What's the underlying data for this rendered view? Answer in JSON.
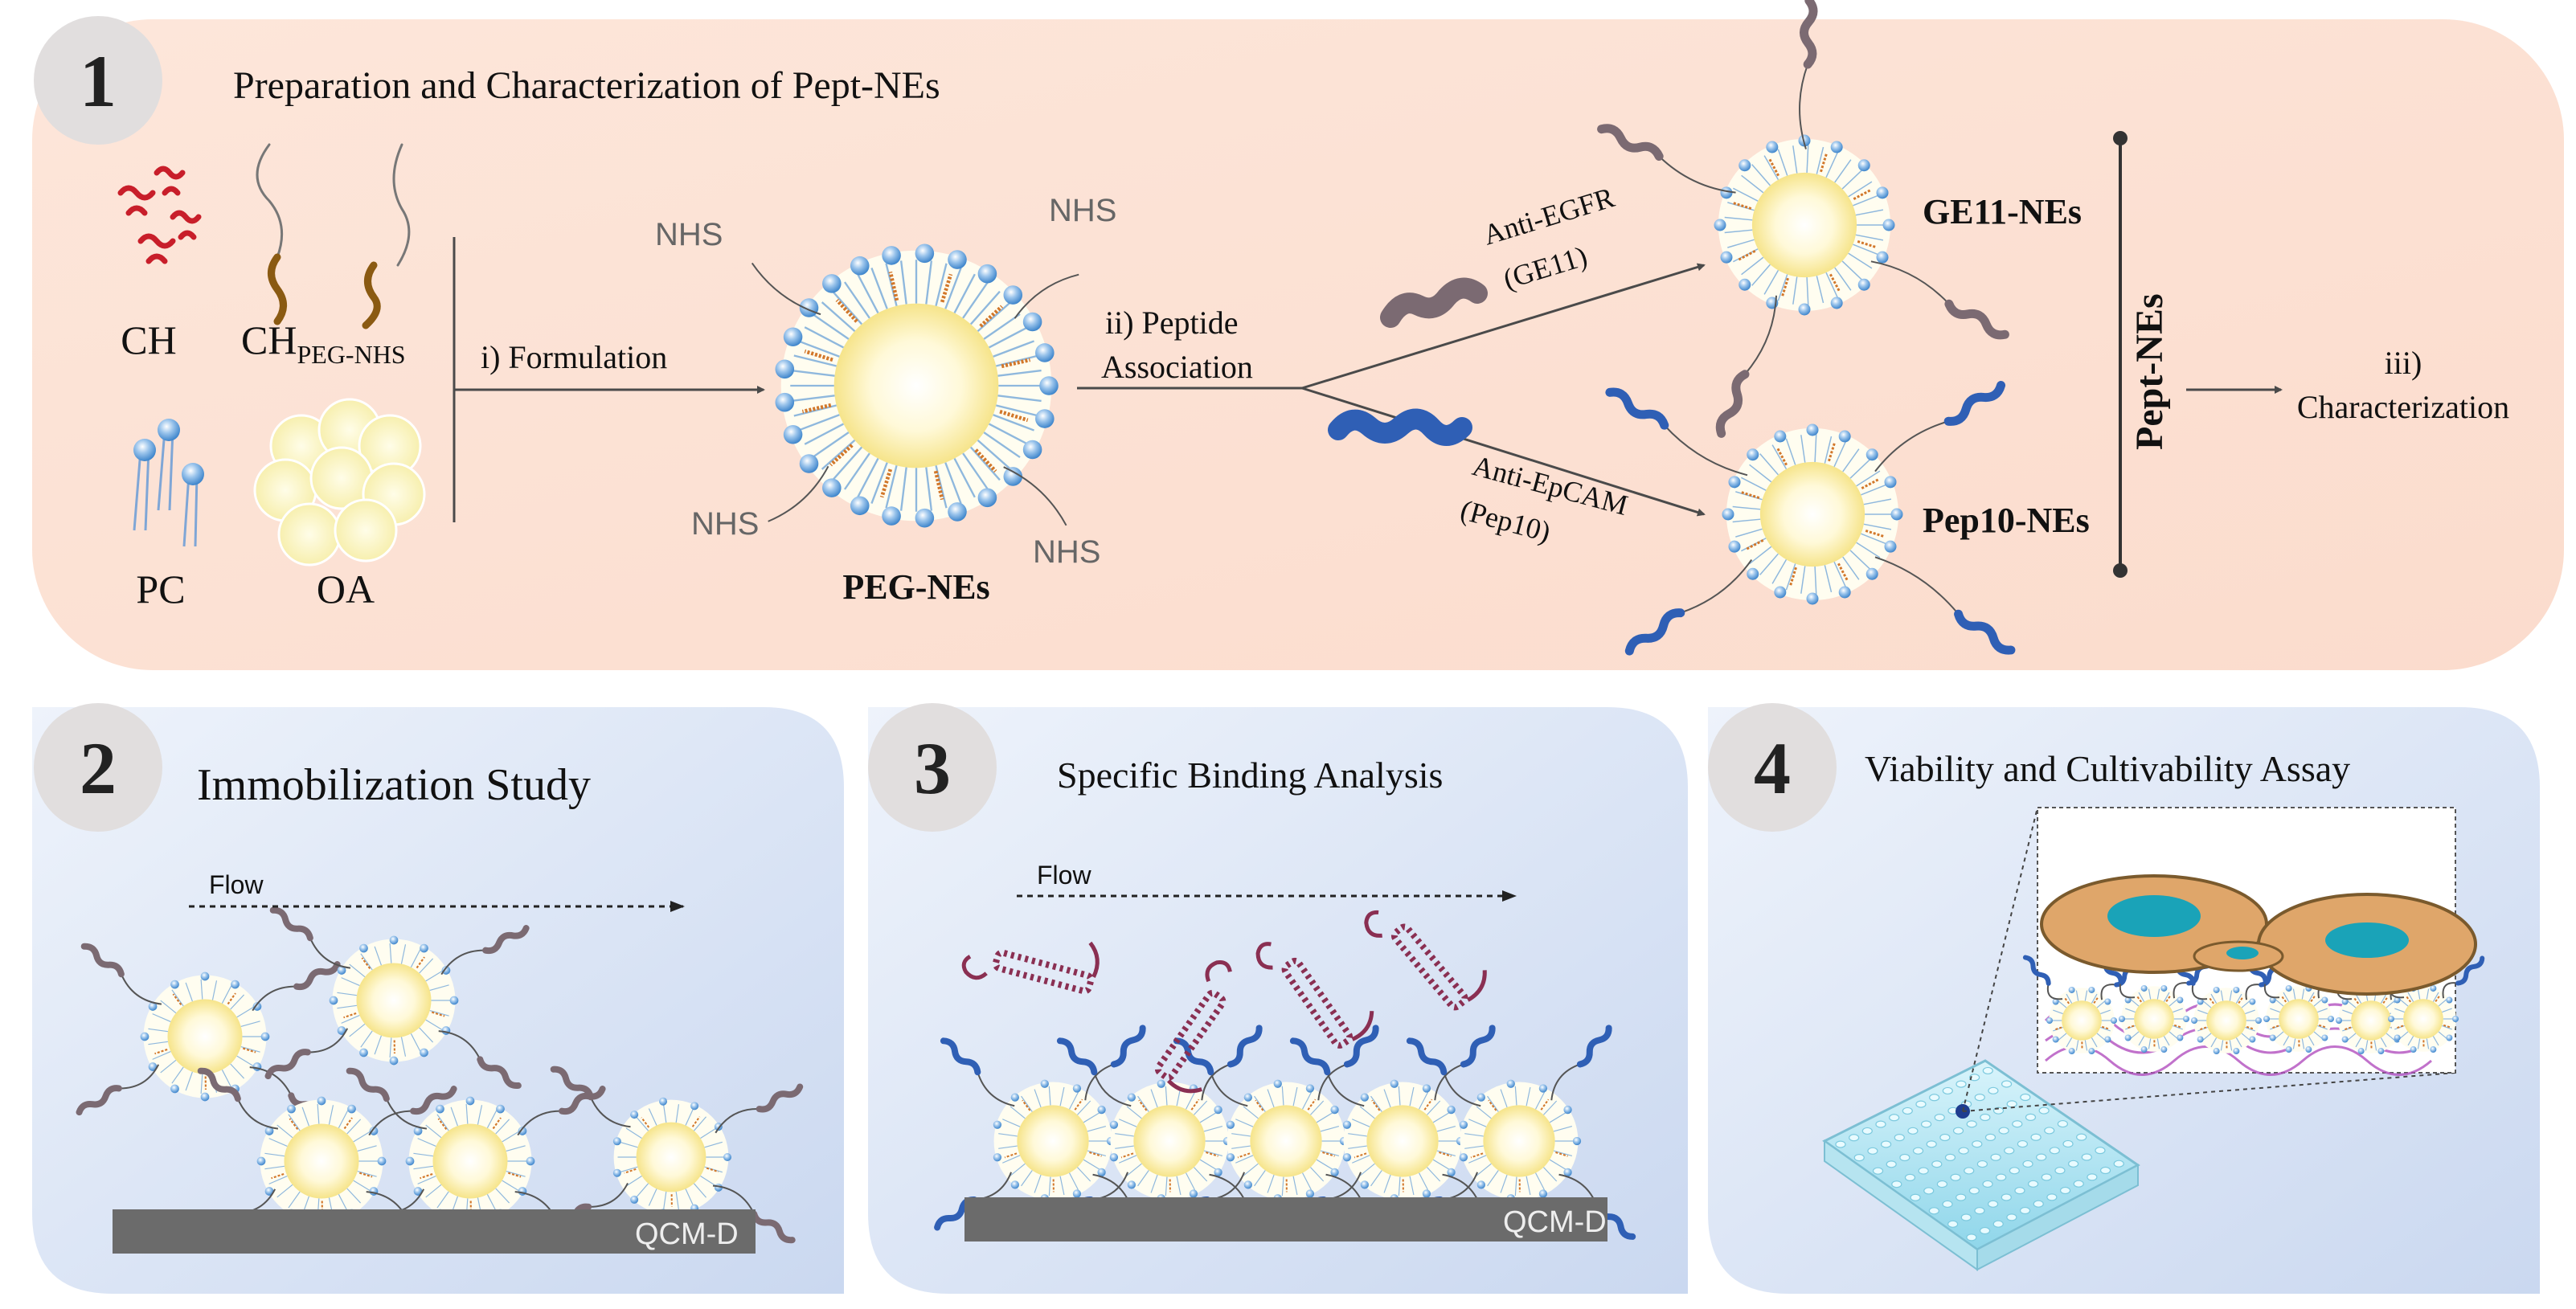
{
  "panels": [
    {
      "number": "1",
      "title": "Preparation and Characterization of Pept-NEs"
    },
    {
      "number": "2",
      "title": "Immobilization Study"
    },
    {
      "number": "3",
      "title": "Specific Binding Analysis"
    },
    {
      "number": "4",
      "title": "Viability and Cultivability Assay"
    }
  ],
  "components": {
    "ch": "CH",
    "ch_peg_main": "CH",
    "ch_peg_sub": "PEG-NHS",
    "pc": "PC",
    "oa": "OA"
  },
  "steps": {
    "formulation": "i) Formulation",
    "peptide_line1": "ii) Peptide",
    "peptide_line2": "Association",
    "characterization_line1": "iii)",
    "characterization_line2": "Characterization"
  },
  "nhs_label": "NHS",
  "particles": {
    "peg_nes": "PEG-NEs",
    "ge11_nes": "GE11-NEs",
    "pep10_nes": "Pep10-NEs",
    "pept_nes": "Pept-NEs"
  },
  "peptides": {
    "egfr_line1": "Anti-EGFR",
    "egfr_line2": "(GE11)",
    "epcam_line1": "Anti-EpCAM",
    "epcam_line2": "(Pep10)"
  },
  "flow_label": "Flow",
  "sensor_label": "QCM-D",
  "colors": {
    "panel1_bg": "#fde3d6",
    "panel_blue_bg": "#d9e3f5",
    "badge": "#e1dede",
    "ge11_peptide": "#7b6a72",
    "pep10_peptide": "#2f5fb5",
    "antibody": "#8a2f52",
    "cell": "#dfa66a",
    "nucleus": "#1aa3b8",
    "sensor": "#6b6b6b",
    "shell_bead": "#6fa8dc",
    "tail_orange": "#d2772a"
  }
}
